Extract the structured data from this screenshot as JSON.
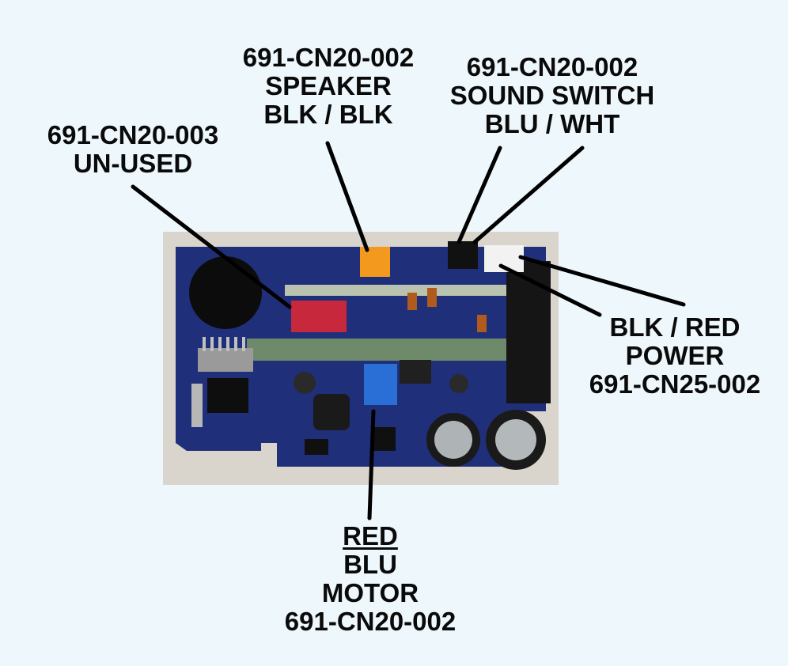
{
  "labels": {
    "unused": {
      "line1": "691-CN20-003",
      "line2": "UN-USED"
    },
    "speaker": {
      "line1": "691-CN20-002",
      "line2": "SPEAKER",
      "line3": "BLK / BLK"
    },
    "sound_switch": {
      "line1": "691-CN20-002",
      "line2": "SOUND SWITCH",
      "line3": "BLU / WHT"
    },
    "power": {
      "line1": "BLK / RED",
      "line2": "POWER",
      "line3": "691-CN25-002"
    },
    "motor": {
      "line1": "RED",
      "line2": "BLU",
      "line3": "MOTOR",
      "line4": "691-CN20-002"
    }
  },
  "colors": {
    "background": "#eef7fb",
    "pcb": "#1f2f7a",
    "photo_bg": "#d9d4cc",
    "connector_orange": "#f39a1e",
    "connector_red": "#c8283c",
    "connector_blue": "#2a6fd6",
    "connector_black": "#111111",
    "connector_white": "#f2f2f2",
    "leader_line": "#000000"
  }
}
